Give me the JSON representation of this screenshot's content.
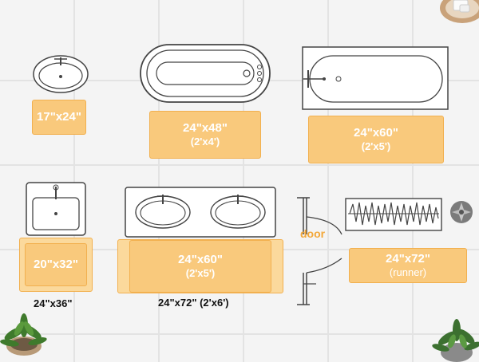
{
  "labels": {
    "sink_rug": "17\"x24\"",
    "tub1_rug_size": "24\"x48\"",
    "tub1_rug_feet": "(2'x4')",
    "tub2_rug_size": "24\"x60\"",
    "tub2_rug_feet": "(2'x5')",
    "vanity_rug_size": "20\"x32\"",
    "vanity_caption": "24\"x36\"",
    "double_rug_size": "24\"x60\"",
    "double_rug_feet": "(2'x5')",
    "double_caption": "24\"x72\" (2'x6')",
    "runner_size": "24\"x72\"",
    "runner_sub": "(runner)",
    "door": "door"
  },
  "colors": {
    "rug_fill": "#f9c97c",
    "rug_border": "#f2b04f",
    "rug_text": "#ffffff",
    "door_text": "#f3a738",
    "fixture_stroke": "#444444"
  }
}
